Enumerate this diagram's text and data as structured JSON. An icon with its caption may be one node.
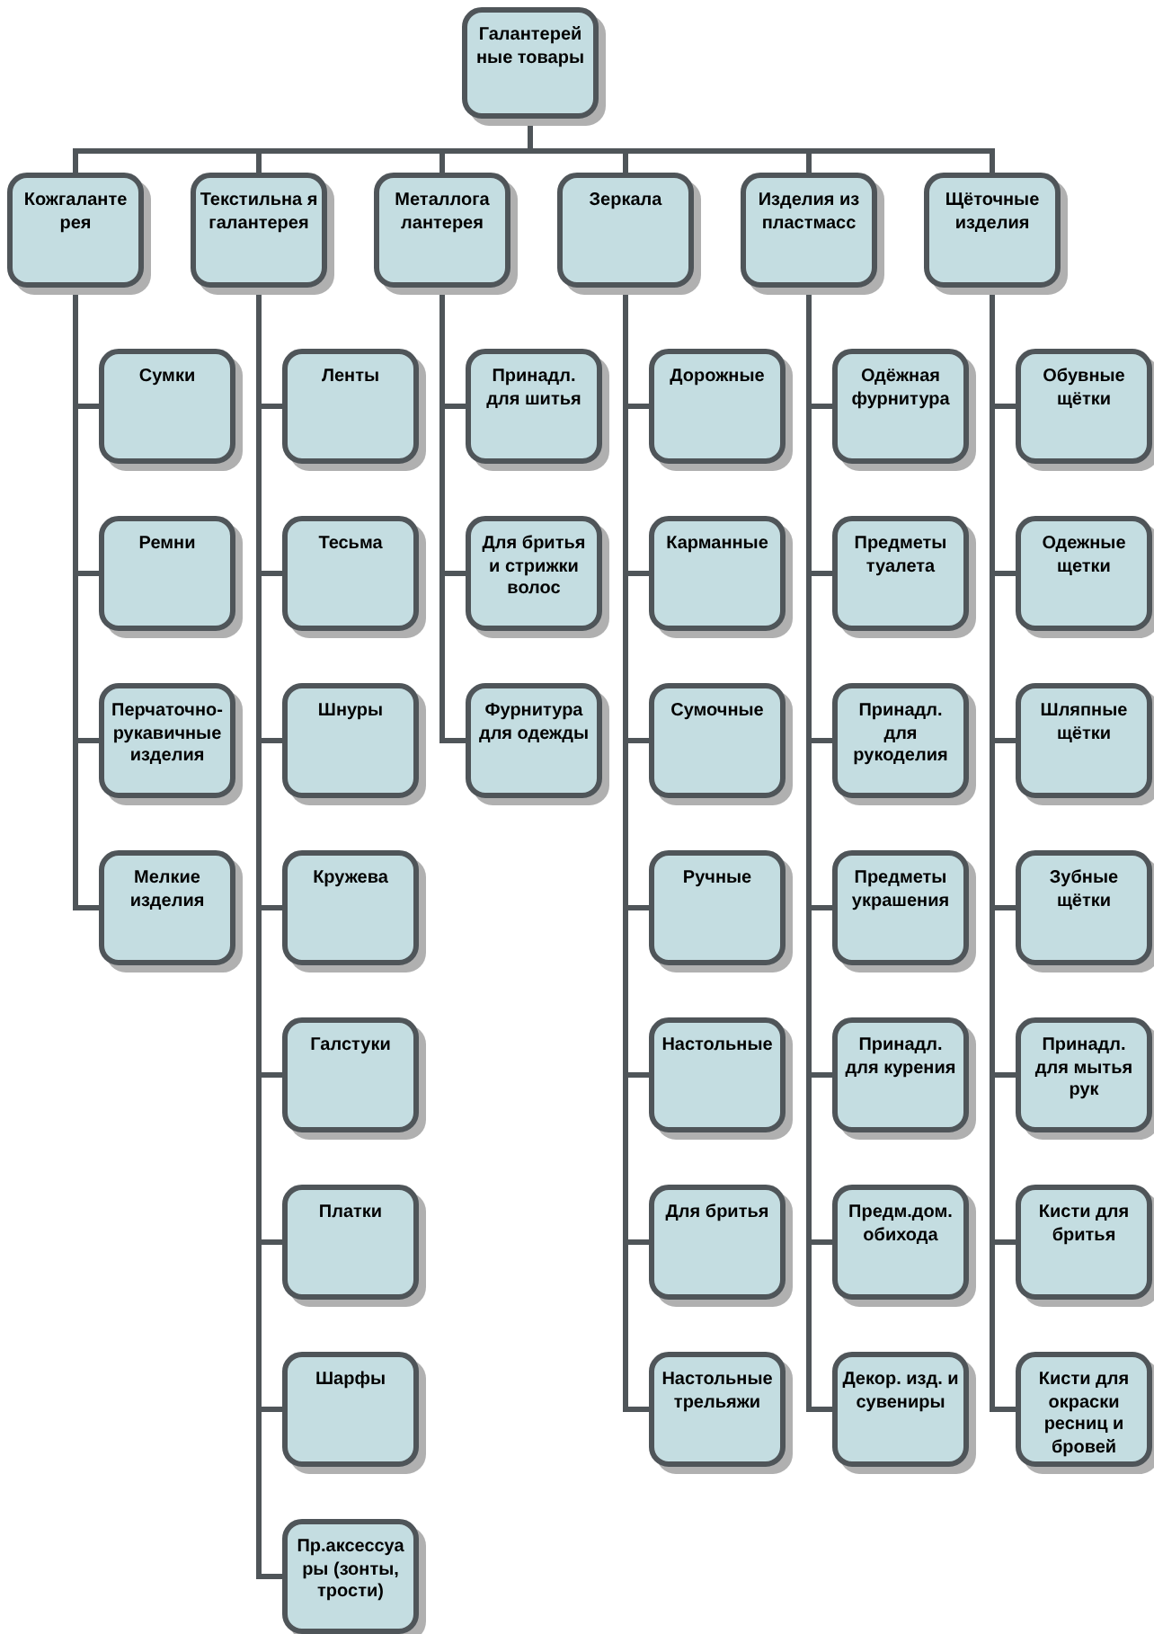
{
  "diagram": {
    "nodes": [
      {
        "text": [
          "Галантерей ные товары"
        ]
      },
      {
        "text": [
          "Кожгаланте рея"
        ]
      },
      {
        "text": [
          "Текстильна я галантерея"
        ]
      },
      {
        "text": [
          "Металлога лантерея"
        ]
      },
      {
        "text": [
          "Зеркала"
        ]
      },
      {
        "text": [
          "Изделия из пластмасс"
        ]
      },
      {
        "text": [
          "Щёточные изделия"
        ]
      },
      {
        "text": [
          "Сумки"
        ]
      },
      {
        "text": [
          "Ремни"
        ]
      },
      {
        "text": [
          "Перчаточно- рукавичные изделия"
        ]
      },
      {
        "text": [
          "Мелкие изделия"
        ]
      },
      {
        "text": [
          "Ленты"
        ]
      },
      {
        "text": [
          "Тесьма"
        ]
      },
      {
        "text": [
          "Шнуры"
        ]
      },
      {
        "text": [
          "Кружева"
        ]
      },
      {
        "text": [
          "Галстуки"
        ]
      },
      {
        "text": [
          "Платки"
        ]
      },
      {
        "text": [
          "Шарфы"
        ]
      },
      {
        "text": [
          "Пр.аксессуа ры (зонты, трости)"
        ]
      },
      {
        "text": [
          "Принадл. для шитья"
        ]
      },
      {
        "text": [
          "Для бритья и стрижки волос"
        ]
      },
      {
        "text": [
          "Фурнитура для одежды"
        ]
      },
      {
        "text": [
          "Дорожные"
        ]
      },
      {
        "text": [
          "Карманные"
        ]
      },
      {
        "text": [
          "Сумочные"
        ]
      },
      {
        "text": [
          "Ручные"
        ]
      },
      {
        "text": [
          "Настольные"
        ]
      },
      {
        "text": [
          "Для бритья"
        ]
      },
      {
        "text": [
          "Настольные трельяжи"
        ]
      },
      {
        "text": [
          "Одёжная фурнитура"
        ]
      },
      {
        "text": [
          "Предметы туалета"
        ]
      },
      {
        "text": [
          "Принадл. для рукоделия"
        ]
      },
      {
        "text": [
          "Предметы украшения"
        ]
      },
      {
        "text": [
          "Принадл. для курения"
        ]
      },
      {
        "text": [
          "Предм.дом. обихода"
        ]
      },
      {
        "text": [
          "Декор. изд. и сувениры"
        ]
      },
      {
        "text": [
          "Обувные щётки"
        ]
      },
      {
        "text": [
          "Одежные щетки"
        ]
      },
      {
        "text": [
          "Шляпные щётки"
        ]
      },
      {
        "text": [
          "Зубные щётки"
        ]
      },
      {
        "text": [
          "Принадл. для мытья рук"
        ]
      },
      {
        "text": [
          "Кисти для бритья"
        ]
      },
      {
        "text": [
          "Кисти для окраски ресниц и бровей"
        ]
      }
    ],
    "edges": [
      {
        "from": 0,
        "to": 1,
        "arrow": "none"
      },
      {
        "from": 0,
        "to": 2,
        "arrow": "none"
      },
      {
        "from": 0,
        "to": 3,
        "arrow": "none"
      },
      {
        "from": 0,
        "to": 4,
        "arrow": "none"
      },
      {
        "from": 0,
        "to": 5,
        "arrow": "none"
      },
      {
        "from": 0,
        "to": 6,
        "arrow": "none"
      },
      {
        "from": 1,
        "to": 7,
        "arrow": "none"
      },
      {
        "from": 1,
        "to": 8,
        "arrow": "none"
      },
      {
        "from": 1,
        "to": 9,
        "arrow": "none"
      },
      {
        "from": 1,
        "to": 10,
        "arrow": "none"
      },
      {
        "from": 2,
        "to": 11,
        "arrow": "none"
      },
      {
        "from": 2,
        "to": 12,
        "arrow": "none"
      },
      {
        "from": 2,
        "to": 13,
        "arrow": "none"
      },
      {
        "from": 2,
        "to": 14,
        "arrow": "none"
      },
      {
        "from": 2,
        "to": 15,
        "arrow": "none"
      },
      {
        "from": 2,
        "to": 16,
        "arrow": "none"
      },
      {
        "from": 2,
        "to": 17,
        "arrow": "none"
      },
      {
        "from": 2,
        "to": 18,
        "arrow": "none"
      },
      {
        "from": 3,
        "to": 19,
        "arrow": "none"
      },
      {
        "from": 3,
        "to": 20,
        "arrow": "none"
      },
      {
        "from": 3,
        "to": 21,
        "arrow": "none"
      },
      {
        "from": 4,
        "to": 22,
        "arrow": "none"
      },
      {
        "from": 4,
        "to": 23,
        "arrow": "none"
      },
      {
        "from": 4,
        "to": 24,
        "arrow": "none"
      },
      {
        "from": 4,
        "to": 25,
        "arrow": "none"
      },
      {
        "from": 4,
        "to": 26,
        "arrow": "none"
      },
      {
        "from": 4,
        "to": 27,
        "arrow": "none"
      },
      {
        "from": 4,
        "to": 28,
        "arrow": "none"
      },
      {
        "from": 5,
        "to": 29,
        "arrow": "none"
      },
      {
        "from": 5,
        "to": 30,
        "arrow": "none"
      },
      {
        "from": 5,
        "to": 31,
        "arrow": "none"
      },
      {
        "from": 5,
        "to": 32,
        "arrow": "none"
      },
      {
        "from": 5,
        "to": 33,
        "arrow": "none"
      },
      {
        "from": 5,
        "to": 34,
        "arrow": "none"
      },
      {
        "from": 5,
        "to": 35,
        "arrow": "none"
      },
      {
        "from": 6,
        "to": 36,
        "arrow": "none"
      },
      {
        "from": 6,
        "to": 37,
        "arrow": "none"
      },
      {
        "from": 6,
        "to": 38,
        "arrow": "none"
      },
      {
        "from": 6,
        "to": 39,
        "arrow": "none"
      },
      {
        "from": 6,
        "to": 40,
        "arrow": "none"
      },
      {
        "from": 6,
        "to": 41,
        "arrow": "none"
      },
      {
        "from": 6,
        "to": 42,
        "arrow": "none"
      }
    ]
  }
}
